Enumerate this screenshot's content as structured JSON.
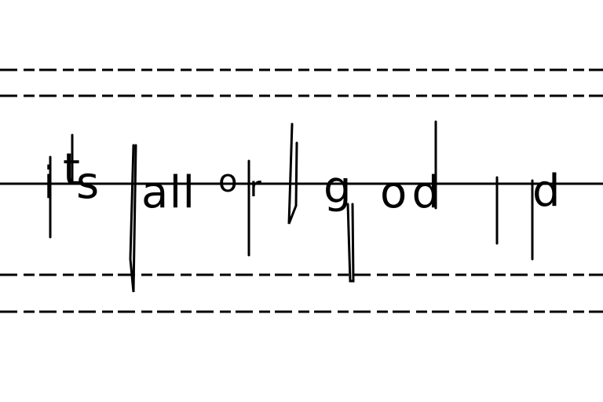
{
  "handwriting": {
    "fragments": [
      "i",
      "t",
      "s",
      "all",
      "o",
      "r",
      "g",
      "od",
      "d"
    ]
  },
  "colors": {
    "ink": "#000000",
    "paper": "#ffffff"
  }
}
